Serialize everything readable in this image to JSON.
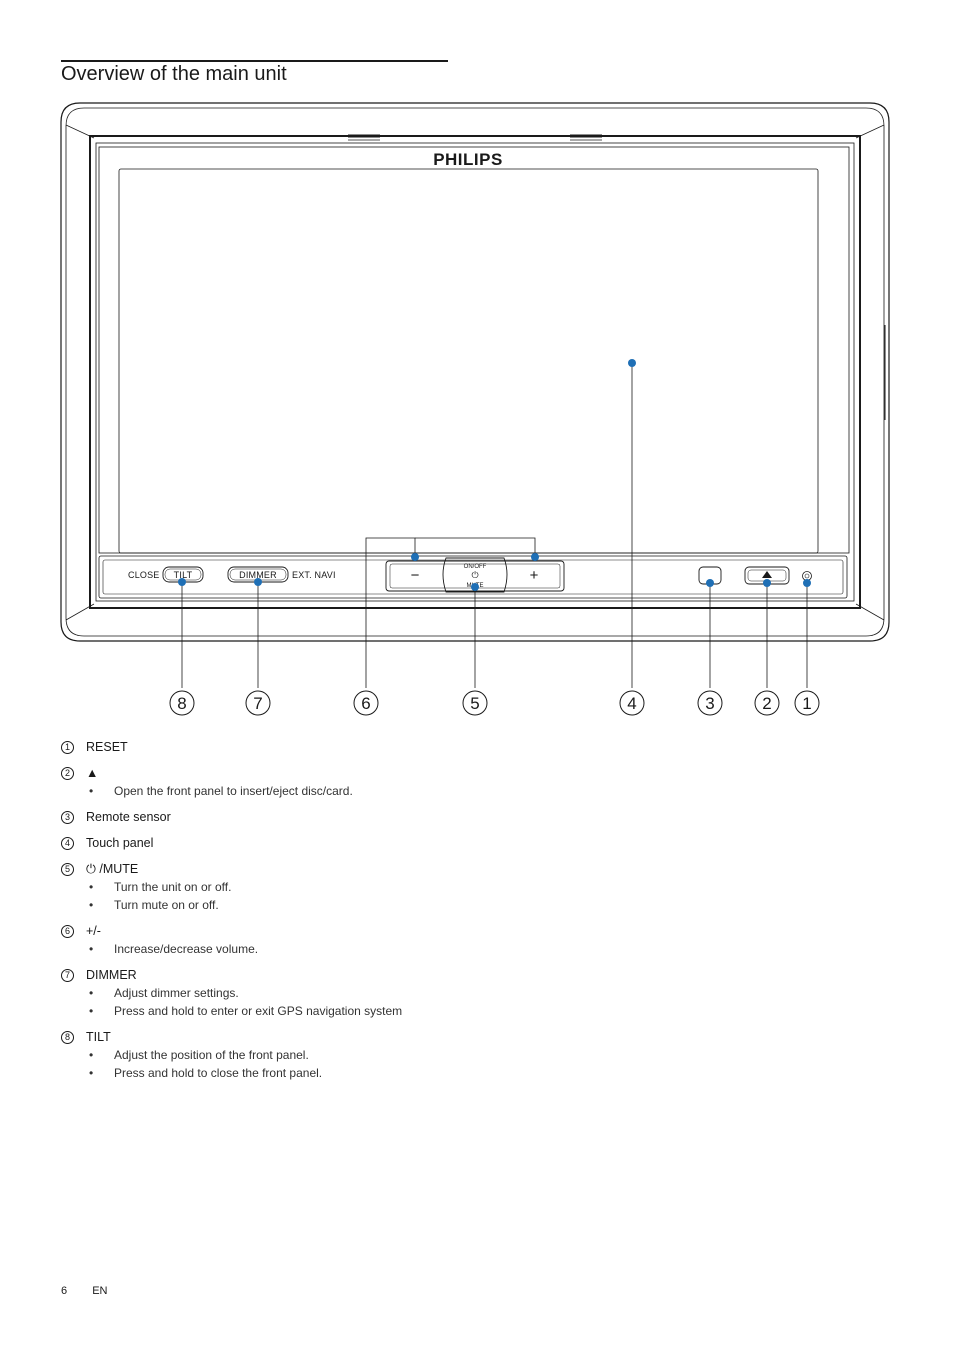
{
  "page": {
    "title": "Overview of the main unit",
    "page_number": "6",
    "language": "EN"
  },
  "unit": {
    "brand": "PHILIPS",
    "close_label": "CLOSE",
    "tilt_label": "TILT",
    "dimmer_label": "DIMMER",
    "ext_navi_label": "EXT. NAVI",
    "minus_label": "−",
    "plus_label": "+",
    "onoff_label": "ON/OFF",
    "power_glyph": "⏻",
    "mute_label": "MUTE",
    "eject_glyph": "▲",
    "reset_glyph": "◎",
    "accent_color": "#1f6fb5"
  },
  "callouts": [
    "8",
    "7",
    "6",
    "5",
    "4",
    "3",
    "2",
    "1"
  ],
  "items": [
    {
      "num": "1",
      "label": "RESET",
      "bullets": []
    },
    {
      "num": "2",
      "label": "▲",
      "bullets": [
        "Open the front panel to insert/eject disc/card."
      ]
    },
    {
      "num": "3",
      "label": "Remote sensor",
      "bullets": []
    },
    {
      "num": "4",
      "label": "Touch panel",
      "bullets": []
    },
    {
      "num": "5",
      "label": "⏻ /MUTE",
      "bullets": [
        "Turn the unit on or off.",
        "Turn mute on or off."
      ]
    },
    {
      "num": "6",
      "label": "+/-",
      "bullets": [
        "Increase/decrease volume."
      ]
    },
    {
      "num": "7",
      "label": "DIMMER",
      "bullets": [
        "Adjust dimmer settings.",
        "Press and hold to enter or exit GPS navigation system"
      ]
    },
    {
      "num": "8",
      "label": "TILT",
      "bullets": [
        "Adjust the position of the front panel.",
        "Press and hold to close the front panel."
      ]
    }
  ]
}
